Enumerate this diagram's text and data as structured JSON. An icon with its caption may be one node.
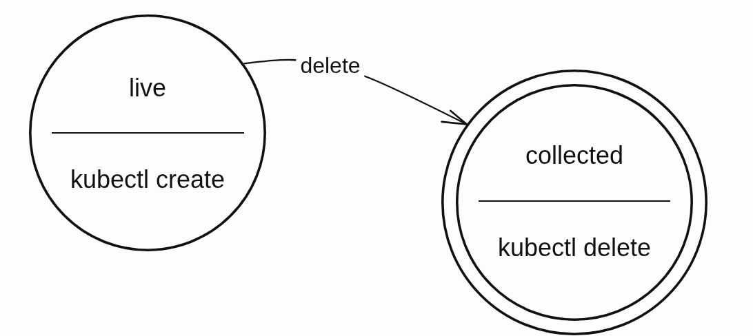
{
  "diagram": {
    "nodes": [
      {
        "text": [
          "live",
          "kubectl create"
        ]
      },
      {
        "text": [
          "collected",
          "kubectl delete"
        ]
      }
    ],
    "edges": [
      {
        "from": 0,
        "to": 1,
        "arrow": "to",
        "label": "delete"
      }
    ]
  }
}
